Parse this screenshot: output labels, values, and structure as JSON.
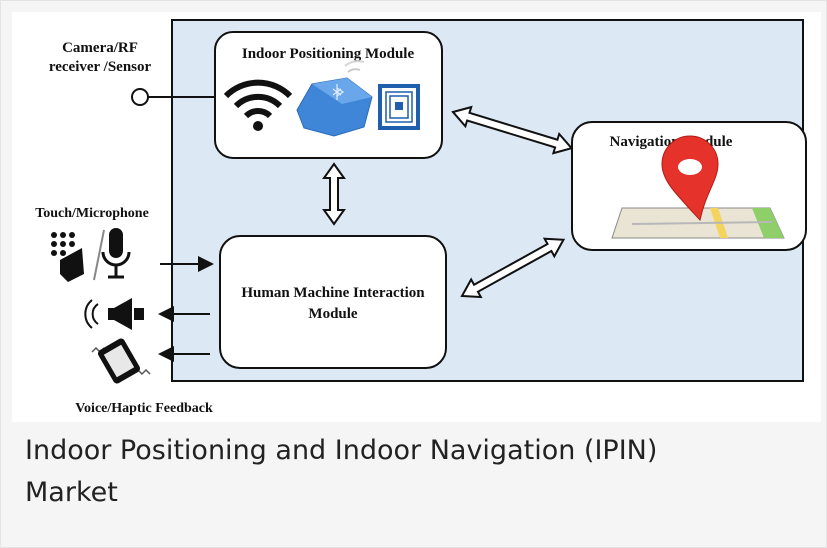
{
  "diagram": {
    "inputs": {
      "sensor_label_line1": "Camera/RF",
      "sensor_label_line2": "receiver /Sensor",
      "touch_label": "Touch/Microphone",
      "feedback_label": "Voice/Haptic Feedback"
    },
    "modules": {
      "positioning": "Indoor Positioning Module",
      "navigation": "Navigation Module",
      "hmi_line1": "Human Machine Interaction",
      "hmi_line2": "Module"
    },
    "icons": [
      "sensor-circle-icon",
      "wifi-icon",
      "bluetooth-beacon-icon",
      "rfid-tag-icon",
      "map-pin-icon",
      "keypad-hand-icon",
      "microphone-icon",
      "speaker-icon",
      "vibrating-phone-icon"
    ],
    "colors": {
      "panel_fill": "#dce8f4",
      "module_fill": "#ffffff",
      "beacon_blue": "#3f86d8",
      "pin_red": "#e5322b",
      "map_green": "#8fcf6a"
    }
  },
  "caption": {
    "line1": "Indoor Positioning and Indoor Navigation (IPIN)",
    "line2": "Market"
  }
}
